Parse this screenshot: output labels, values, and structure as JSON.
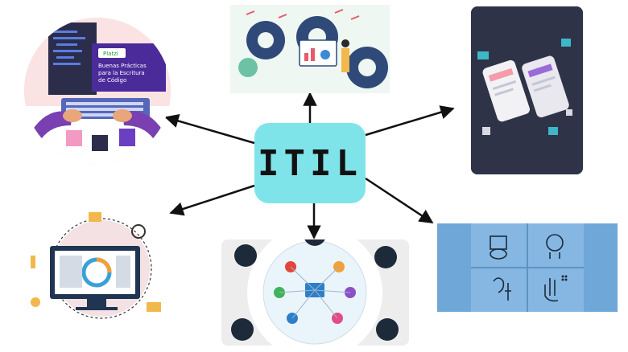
{
  "center": {
    "label": "ITIL"
  },
  "book": {
    "brand": "Platzi",
    "line1": "Buenas Prácticas",
    "line2": "para la Escritura",
    "line3": "de Código"
  },
  "colors": {
    "center_fill": "#7fe3ea",
    "arrow": "#111111",
    "grid_bg": "#6fa7d8",
    "round_bg": "#f1f1f1",
    "phone_bg": "#2e3348",
    "circle_bg": "#f7d6d6",
    "book_purple": "#4b2a9a"
  },
  "icons": [
    "code-book-icon",
    "gears-dashboard-icon",
    "mobile-app-icon",
    "computer-analytics-icon",
    "team-network-icon",
    "disability-access-icon"
  ]
}
